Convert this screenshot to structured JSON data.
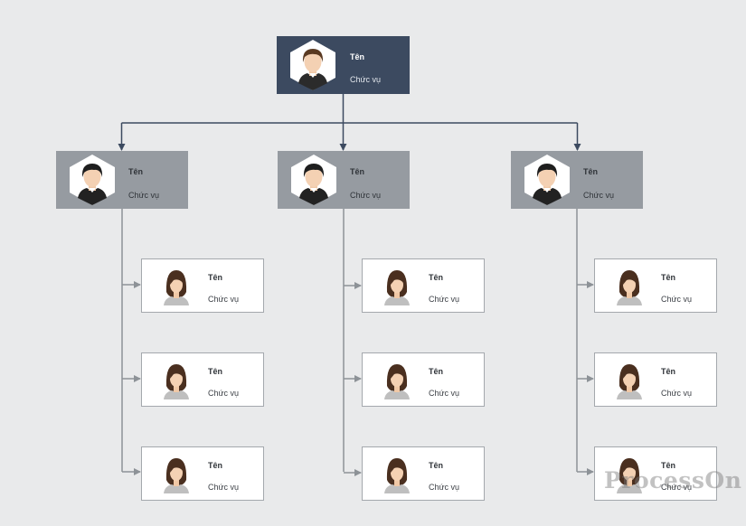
{
  "chart": {
    "root": {
      "name": "Tên",
      "role": "Chức vụ"
    },
    "managers": [
      {
        "name": "Tên",
        "role": "Chức vụ",
        "staff": [
          {
            "name": "Tên",
            "role": "Chức vụ"
          },
          {
            "name": "Tên",
            "role": "Chức vụ"
          },
          {
            "name": "Tên",
            "role": "Chức vụ"
          }
        ]
      },
      {
        "name": "Tên",
        "role": "Chức vụ",
        "staff": [
          {
            "name": "Tên",
            "role": "Chức vụ"
          },
          {
            "name": "Tên",
            "role": "Chức vụ"
          },
          {
            "name": "Tên",
            "role": "Chức vụ"
          }
        ]
      },
      {
        "name": "Tên",
        "role": "Chức vụ",
        "staff": [
          {
            "name": "Tên",
            "role": "Chức vụ"
          },
          {
            "name": "Tên",
            "role": "Chức vụ"
          },
          {
            "name": "Tên",
            "role": "Chức vụ"
          }
        ]
      }
    ]
  },
  "watermark": "ProcessOn",
  "colors": {
    "background": "#e9eaeb",
    "root_box": "#3c4a60",
    "manager_box": "#969ba1",
    "staff_box": "#ffffff",
    "root_connector": "#3c4a60",
    "staff_connector": "#8d9297"
  },
  "icons": {
    "male_avatar": "male-avatar-icon",
    "female_avatar": "female-avatar-icon"
  }
}
